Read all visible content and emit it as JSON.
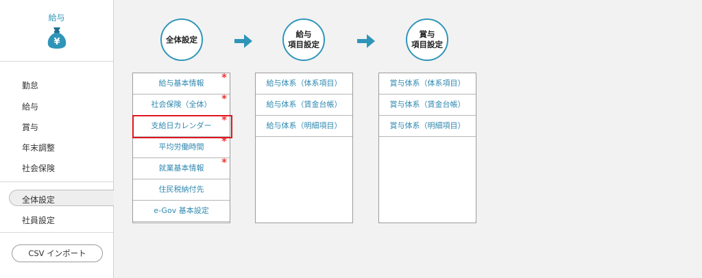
{
  "sidebar": {
    "title": "給与",
    "nav": [
      "勤怠",
      "給与",
      "賞与",
      "年末調整",
      "社会保険"
    ],
    "active": "全体設定",
    "employee": "社員設定",
    "csv_button": "CSV インポート"
  },
  "steps": [
    {
      "line1": "全体設定",
      "line2": ""
    },
    {
      "line1": "給与",
      "line2": "項目設定"
    },
    {
      "line1": "賞与",
      "line2": "項目設定"
    }
  ],
  "panels": [
    [
      {
        "label": "給与基本情報",
        "required": "*"
      },
      {
        "label": "社会保険（全体）",
        "required": "*"
      },
      {
        "label": "支給日カレンダー",
        "required": "*"
      },
      {
        "label": "平均労働時間",
        "required": "*"
      },
      {
        "label": "就業基本情報",
        "required": "*"
      },
      {
        "label": "住民税納付先",
        "required": ""
      },
      {
        "label": "e-Gov 基本設定",
        "required": ""
      }
    ],
    [
      {
        "label": "給与体系（体系項目）",
        "required": ""
      },
      {
        "label": "給与体系（賃金台帳）",
        "required": ""
      },
      {
        "label": "給与体系（明細項目）",
        "required": ""
      }
    ],
    [
      {
        "label": "賞与体系（体系項目）",
        "required": ""
      },
      {
        "label": "賞与体系（賃金台帳）",
        "required": ""
      },
      {
        "label": "賞与体系（明細項目）",
        "required": ""
      }
    ]
  ],
  "colors": {
    "accent": "#2f95b8",
    "required": "#e33333",
    "highlight": "#e0141e"
  },
  "icons": {
    "header": "money-bag-icon",
    "step_arrow": "arrow-right-icon"
  }
}
